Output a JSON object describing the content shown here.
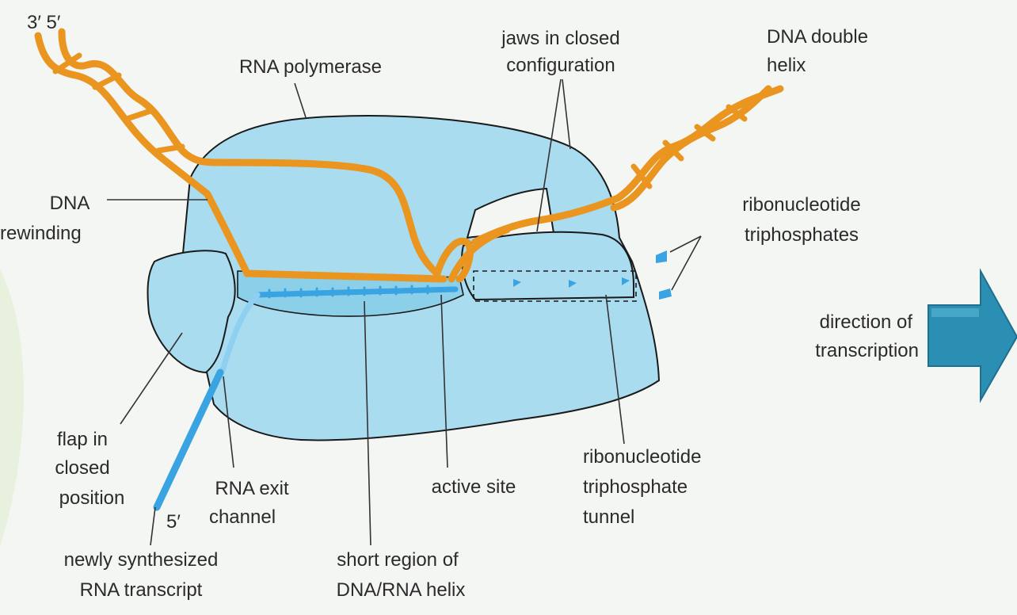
{
  "colors": {
    "background": "#f4f6f3",
    "polymerase_fill": "#a9dcef",
    "polymerase_stroke": "#1a1a1a",
    "dna": "#e9951f",
    "rna": "#3aa3e2",
    "arrow": "#2b8fb3",
    "leader_line": "#333333"
  },
  "labels": {
    "strand_ends": "3′ 5′",
    "rna_polymerase": "RNA polymerase",
    "jaws_line1": "jaws in closed",
    "jaws_line2": "configuration",
    "dna_helix_line1": "DNA double",
    "dna_helix_line2": "helix",
    "dna_rewinding_line1": "DNA",
    "dna_rewinding_line2": "rewinding",
    "rntp_line1": "ribonucleotide",
    "rntp_line2": "triphosphates",
    "direction_line1": "direction of",
    "direction_line2": "transcription",
    "flap_line1": "flap in",
    "flap_line2": "closed",
    "flap_line3": "position",
    "rna_5prime": "5′",
    "rna_exit_line1": "RNA exit",
    "rna_exit_line2": "channel",
    "active_site": "active site",
    "tunnel_line1": "ribonucleotide",
    "tunnel_line2": "triphosphate",
    "tunnel_line3": "tunnel",
    "newly_line1": "newly synthesized",
    "newly_line2": "RNA transcript",
    "short_region_line1": "short region of",
    "short_region_line2": "DNA/RNA helix"
  },
  "icons": {
    "direction_arrow": "right-arrow-icon",
    "ntp": "nucleotide-icon"
  }
}
